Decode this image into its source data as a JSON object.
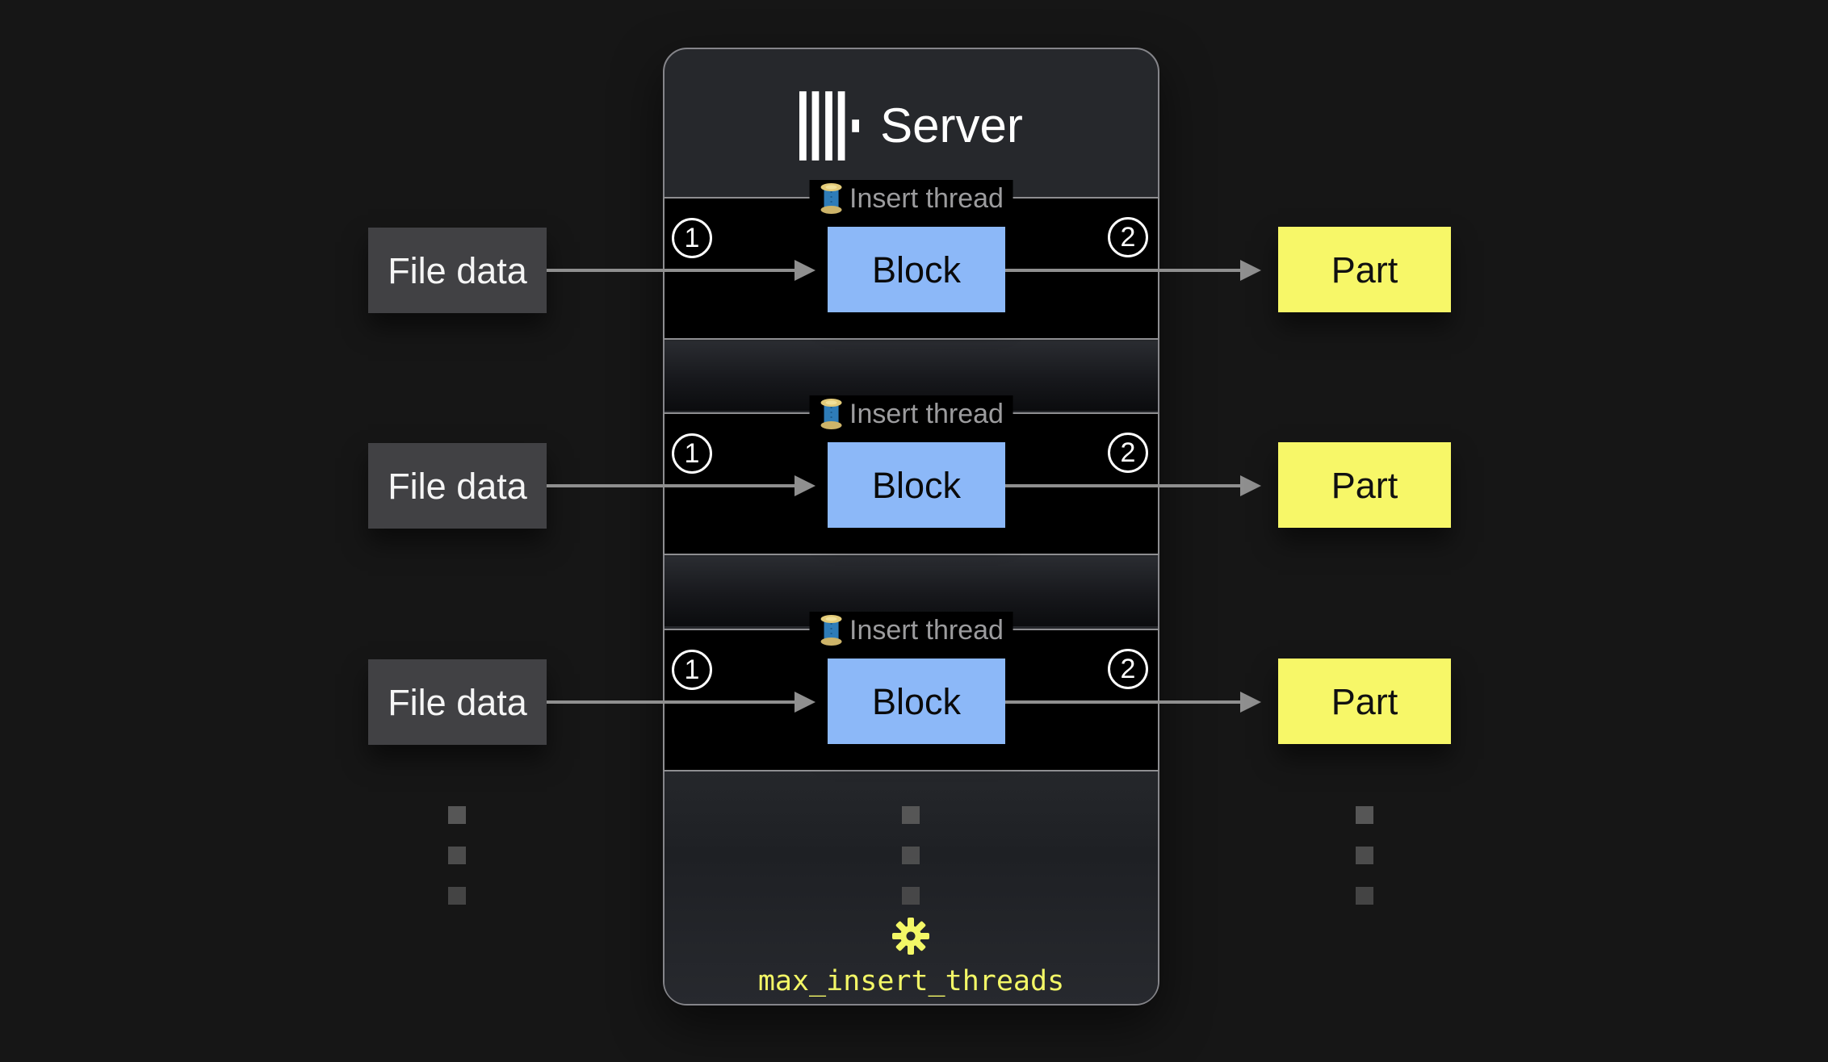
{
  "server": {
    "title": "Server",
    "logo": "clickhouse-logo",
    "setting_label": "max_insert_threads"
  },
  "rows": [
    {
      "input": "File data",
      "thread_label": "Insert thread",
      "step_in": "1",
      "block": "Block",
      "step_out": "2",
      "output": "Part"
    },
    {
      "input": "File data",
      "thread_label": "Insert thread",
      "step_in": "1",
      "block": "Block",
      "step_out": "2",
      "output": "Part"
    },
    {
      "input": "File data",
      "thread_label": "Insert thread",
      "step_in": "1",
      "block": "Block",
      "step_out": "2",
      "output": "Part"
    }
  ],
  "colors": {
    "page_background": "#161616",
    "server_background": "#26282c",
    "server_border": "#85858a",
    "thread_box_background": "#000000",
    "block_background": "#8cb8f8",
    "part_background": "#f7f768",
    "input_background": "#414144",
    "arrow": "#8f8f8f",
    "thread_label_text": "#9c9c9e",
    "accent_yellow": "#f3f766"
  }
}
